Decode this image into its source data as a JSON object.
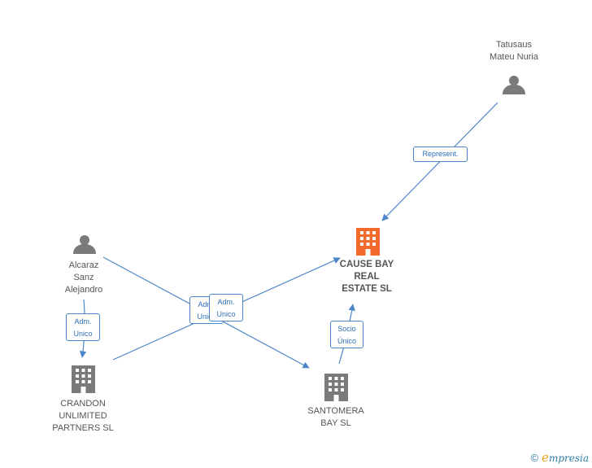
{
  "nodes": {
    "tatusaus": {
      "label": "Tatusaus\nMateu Nuria",
      "type": "person"
    },
    "alcaraz": {
      "label": "Alcaraz\nSanz\nAlejandro",
      "type": "person"
    },
    "cause_bay": {
      "label": "CAUSE BAY\nREAL\nESTATE  SL",
      "type": "company",
      "color": "#f26a2e"
    },
    "crandon": {
      "label": "CRANDON\nUNLIMITED\nPARTNERS  SL",
      "type": "company"
    },
    "santomera": {
      "label": "SANTOMERA\nBAY  SL",
      "type": "company"
    }
  },
  "edges": {
    "represent": "Represent.",
    "adm_alcaraz_crandon": "Adm.\nUnico",
    "adm_alcaraz_santomera": "Adm.\nUnico",
    "adm_crandon_cause": "Adm.\nUnico",
    "socio_unico": "Socio\nÚnico"
  },
  "colors": {
    "edge": "#4a86c8",
    "icon": "#7a7a7a",
    "highlight": "#f26a2e"
  },
  "footer": {
    "copyright": "©",
    "brand_initial": "e",
    "brand_rest": "mpresia"
  }
}
